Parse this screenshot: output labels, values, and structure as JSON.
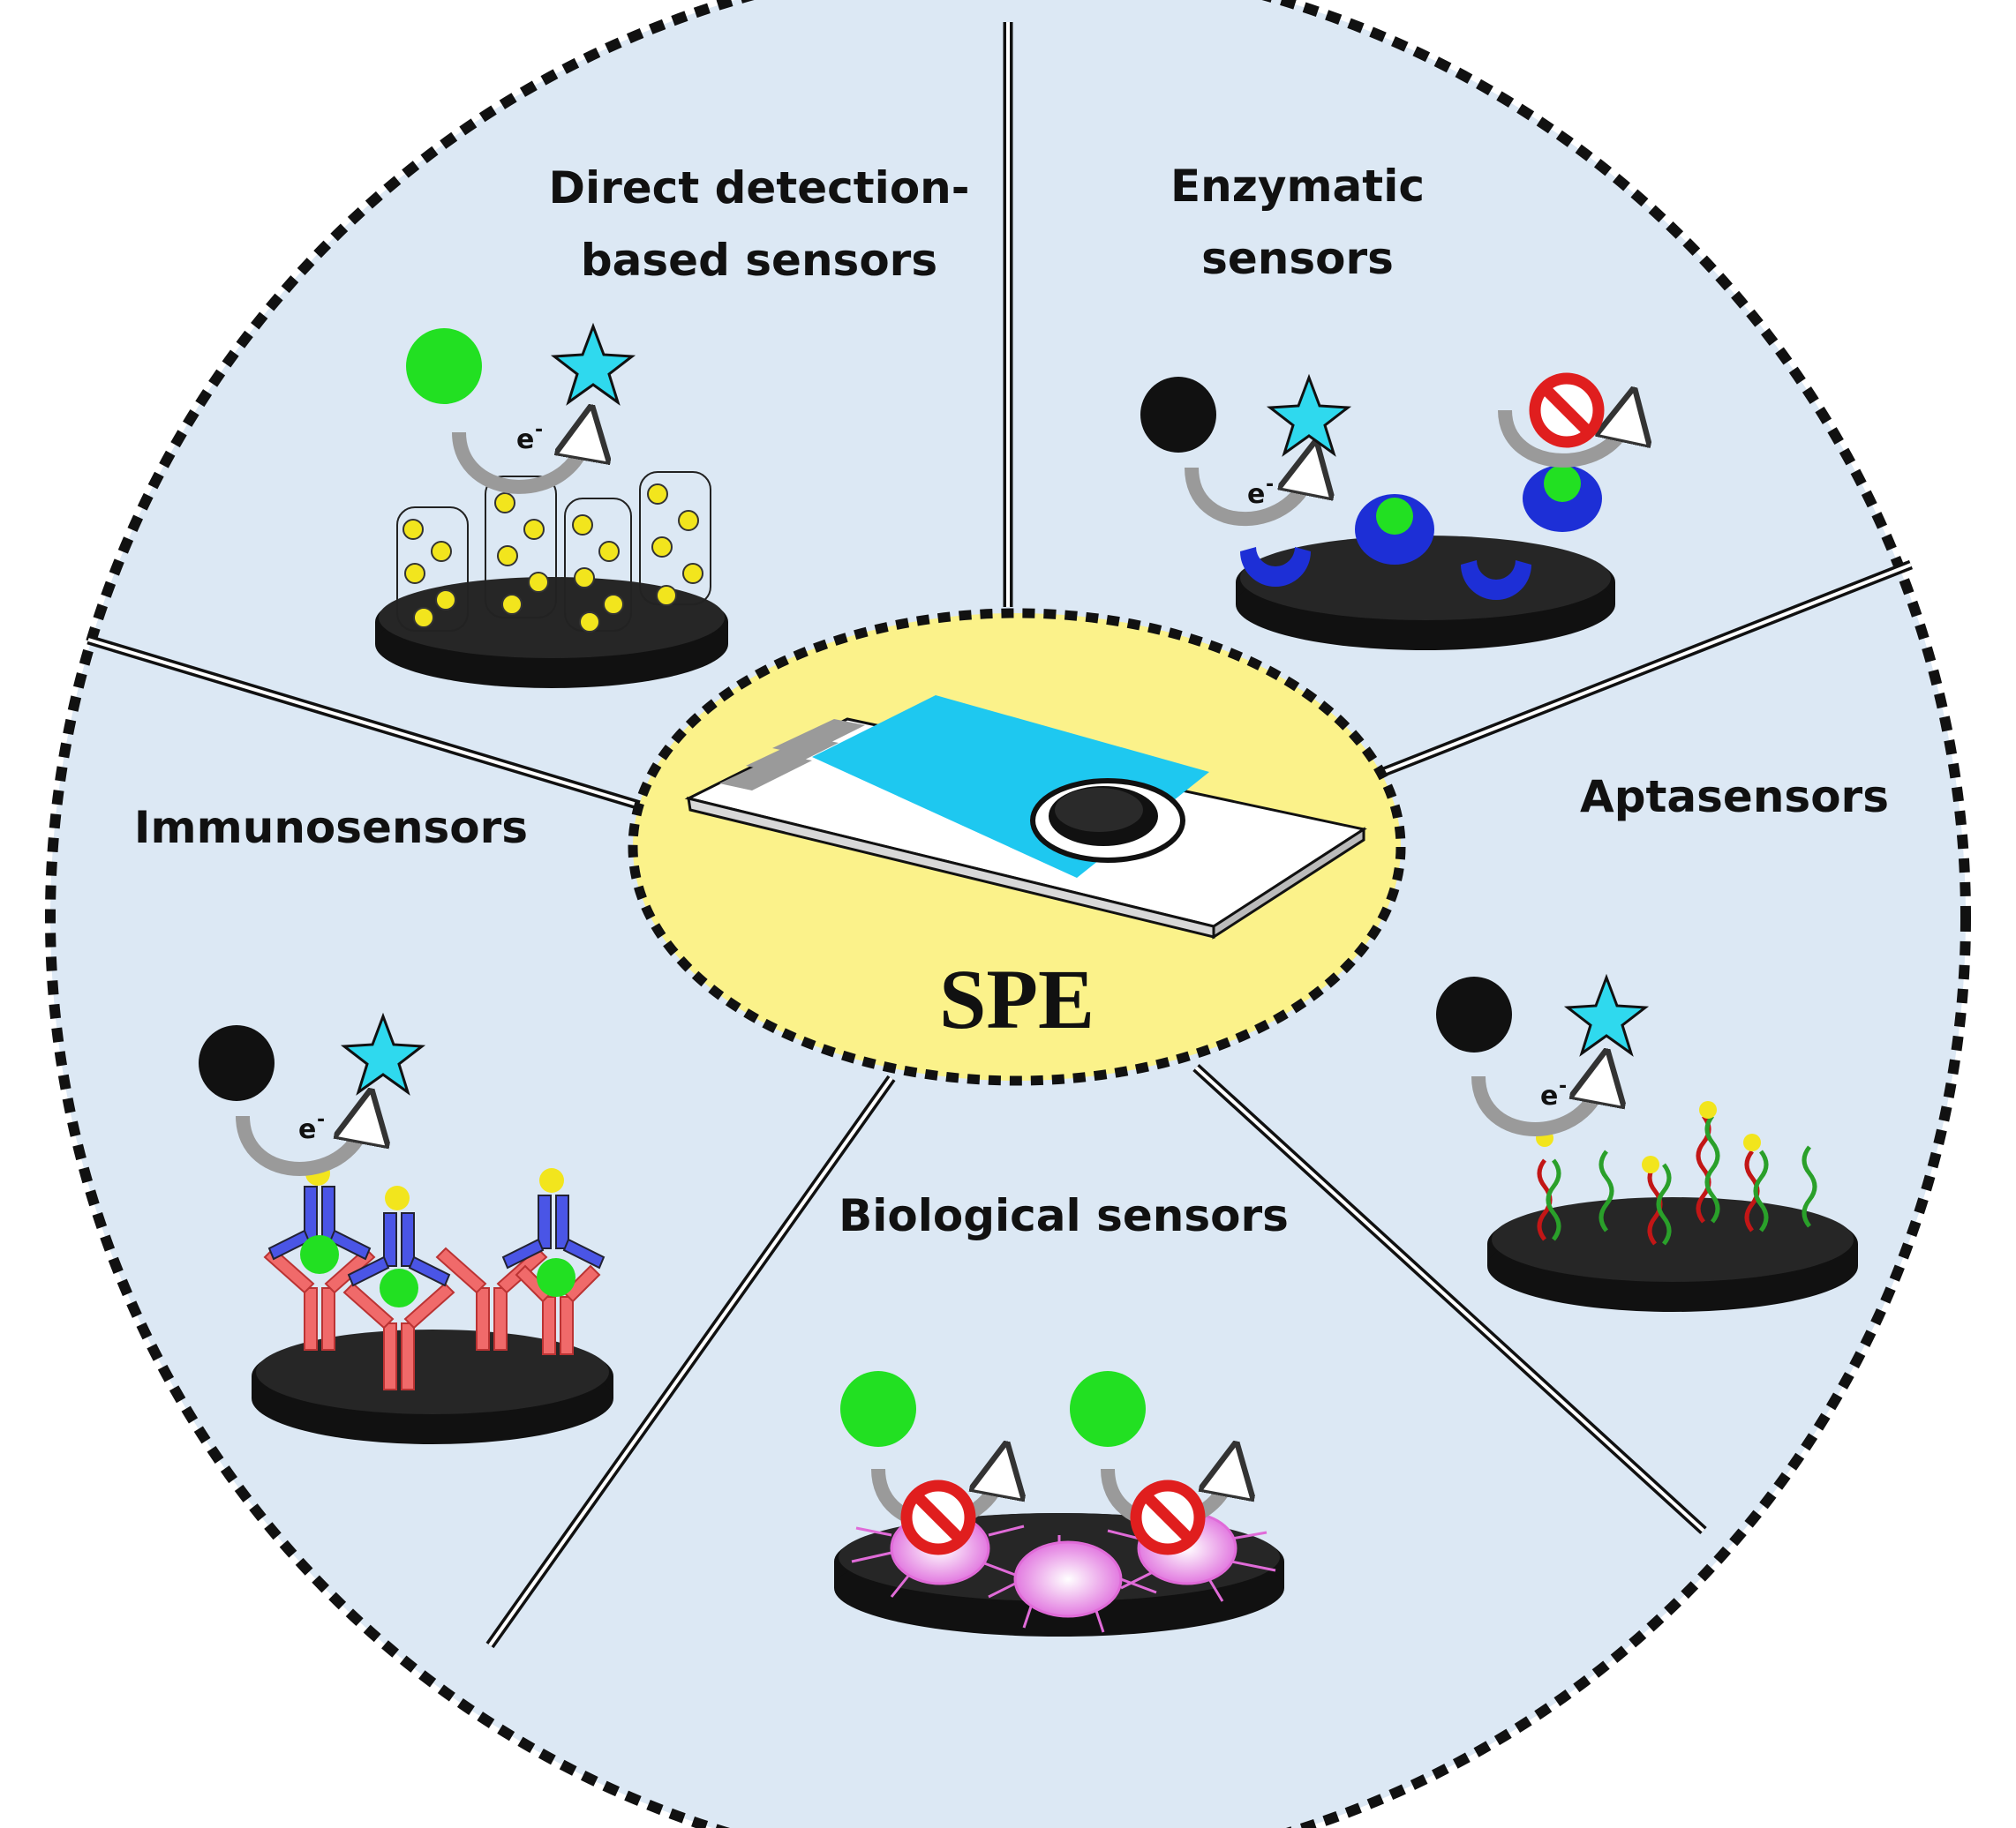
{
  "diagram": {
    "center_label": "SPE",
    "sections": [
      {
        "id": "direct",
        "label_lines": [
          "Direct detection-",
          "based sensors"
        ]
      },
      {
        "id": "enzymatic",
        "label_lines": [
          "Enzymatic",
          "sensors"
        ]
      },
      {
        "id": "apta",
        "label_lines": [
          "Aptasensors"
        ]
      },
      {
        "id": "biological",
        "label_lines": [
          "Biological sensors"
        ]
      },
      {
        "id": "immuno",
        "label_lines": [
          "Immunosensors"
        ]
      }
    ],
    "electron_label": "e",
    "electron_superscript": "-"
  },
  "colors": {
    "background_fill": "#dce8f4",
    "center_fill": "#fbf28a",
    "electrode_blue": "#1ec8f0",
    "analyte_green": "#22e022",
    "star_cyan": "#2fd9ee",
    "electrode_disk": "#1a1a1a",
    "nanotube_gold": "#f2e51d",
    "enzyme_blue": "#1d2fd6",
    "antibody_red": "#f06a6a",
    "antibody_blue": "#4a55e6",
    "aptamer_green": "#2aa02a",
    "aptamer_red": "#c21616",
    "cell_pink": "#e06bd8",
    "inhibit_red": "#e01e1e"
  },
  "icons": [
    "electron-arrow-icon",
    "analyte-sphere-icon",
    "star-product-icon",
    "inhibition-icon",
    "nanotube-icon",
    "enzyme-icon",
    "antibody-icon",
    "aptamer-icon",
    "bacterial-cell-icon",
    "screen-printed-electrode-icon"
  ]
}
